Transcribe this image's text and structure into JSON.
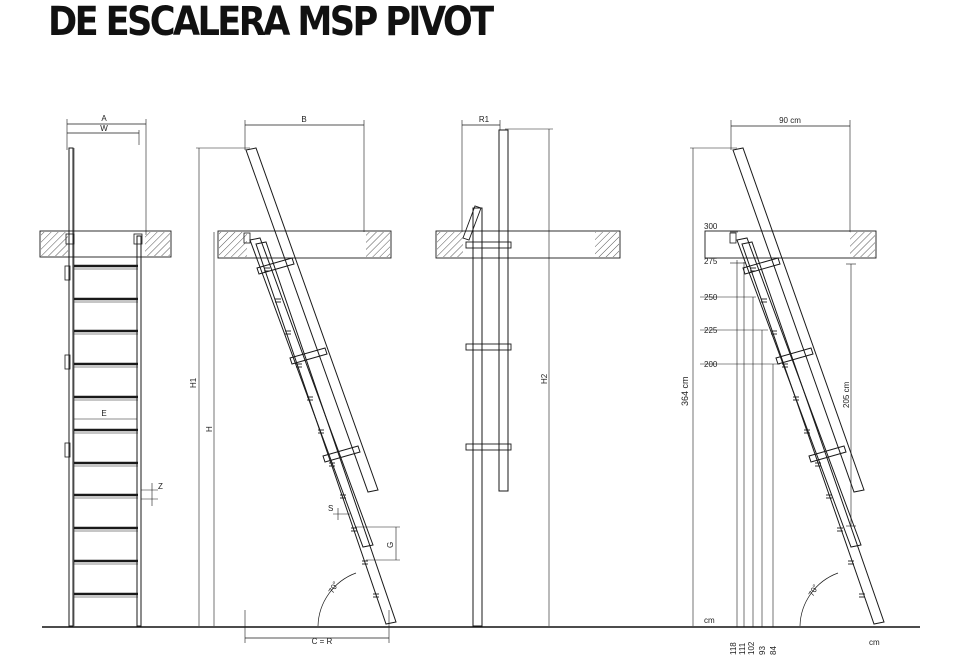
{
  "title": "DE ESCALERA MSP PIVOT",
  "front_view": {
    "a": "A",
    "w": "W",
    "e": "E",
    "z": "Z"
  },
  "side_view": {
    "b": "B",
    "h1": "H1",
    "h": "H",
    "s": "S",
    "g": "G",
    "angle": "70°",
    "cr": "C = R"
  },
  "pivot_view": {
    "r1": "R1",
    "h2": "H2"
  },
  "dimensioned_view": {
    "width": "90 cm",
    "height": "364 cm",
    "height2": "205 cm",
    "angle": "70°",
    "levels": [
      "300",
      "275",
      "250",
      "225",
      "200"
    ],
    "base_unit": "cm",
    "offsets": [
      "118",
      "111",
      "102",
      "93",
      "84"
    ],
    "bottom_unit": "cm"
  },
  "colors": {
    "line": "#1a1a1a",
    "hatch": "#555555"
  }
}
